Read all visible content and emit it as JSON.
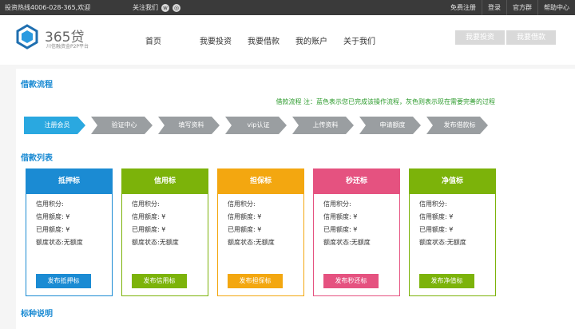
{
  "topbar": {
    "hotline": "投资热线4006-028-365,欢迎",
    "follow_label": "关注我们",
    "links": [
      "免费注册",
      "登录",
      "官方群",
      "帮助中心"
    ]
  },
  "header": {
    "logo_text": "365贷",
    "logo_sub": "川信融资金P2P平台",
    "nav": [
      "首页",
      "我要投资",
      "我要借款",
      "我的账户",
      "关于我们"
    ],
    "buttons": [
      "我要投资",
      "我要借款"
    ]
  },
  "process": {
    "title": "借款流程",
    "note": "借款流程 注：蓝色表示您已完成该操作流程，灰色则表示现在需要完善的过程",
    "steps": [
      "注册会员",
      "验证中心",
      "填写资料",
      "vip认证",
      "上传资料",
      "申请额度",
      "发布借款标"
    ],
    "active_color": "#2aa8e0",
    "inactive_color": "#9a9ea1"
  },
  "loan_list": {
    "title": "借款列表",
    "row_labels": [
      "信用积分:",
      "信用额度: ¥",
      "已用额度: ¥",
      "额度状态:无额度"
    ],
    "cards": [
      {
        "name": "抵押标",
        "button": "发布抵押标",
        "color": "#1b8bd3"
      },
      {
        "name": "信用标",
        "button": "发布信用标",
        "color": "#7cb30a"
      },
      {
        "name": "担保标",
        "button": "发布担保标",
        "color": "#f3a710"
      },
      {
        "name": "秒还标",
        "button": "发布秒还标",
        "color": "#e55280"
      },
      {
        "name": "净值标",
        "button": "发布净值标",
        "color": "#7cb30a"
      }
    ]
  },
  "types": {
    "title": "标种说明"
  }
}
